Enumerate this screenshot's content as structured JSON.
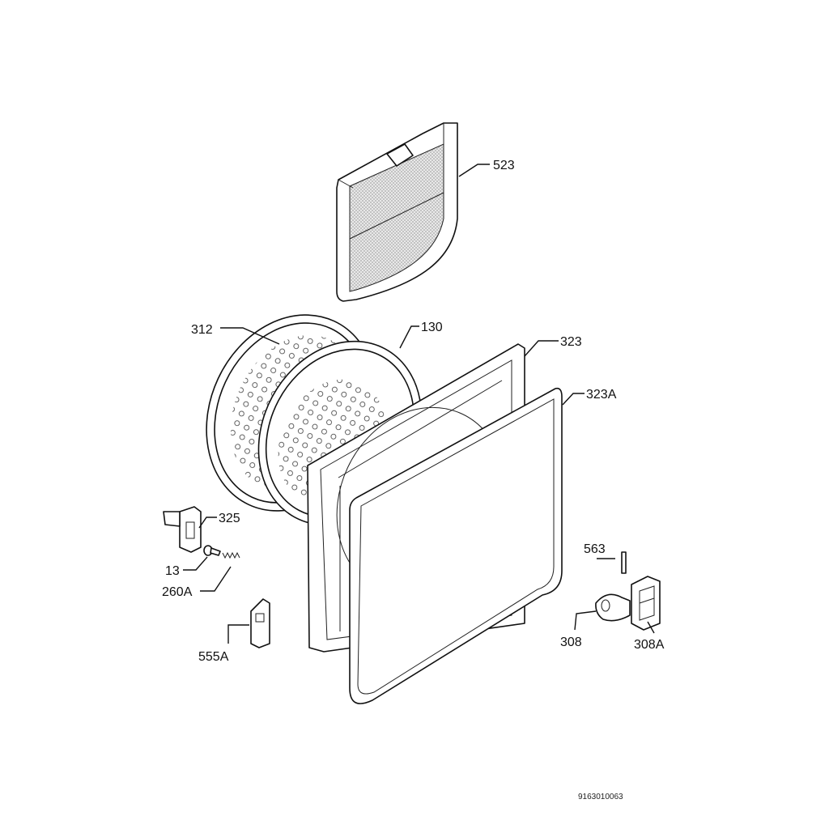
{
  "diagram": {
    "parts": [
      {
        "id": "523",
        "label": "523"
      },
      {
        "id": "312",
        "label": "312"
      },
      {
        "id": "130",
        "label": "130"
      },
      {
        "id": "323",
        "label": "323"
      },
      {
        "id": "323A",
        "label": "323A"
      },
      {
        "id": "325",
        "label": "325"
      },
      {
        "id": "13",
        "label": "13"
      },
      {
        "id": "260A",
        "label": "260A"
      },
      {
        "id": "555A",
        "label": "555A"
      },
      {
        "id": "563",
        "label": "563"
      },
      {
        "id": "308",
        "label": "308"
      },
      {
        "id": "308A",
        "label": "308A"
      }
    ],
    "drawing_code": "9163010063"
  }
}
